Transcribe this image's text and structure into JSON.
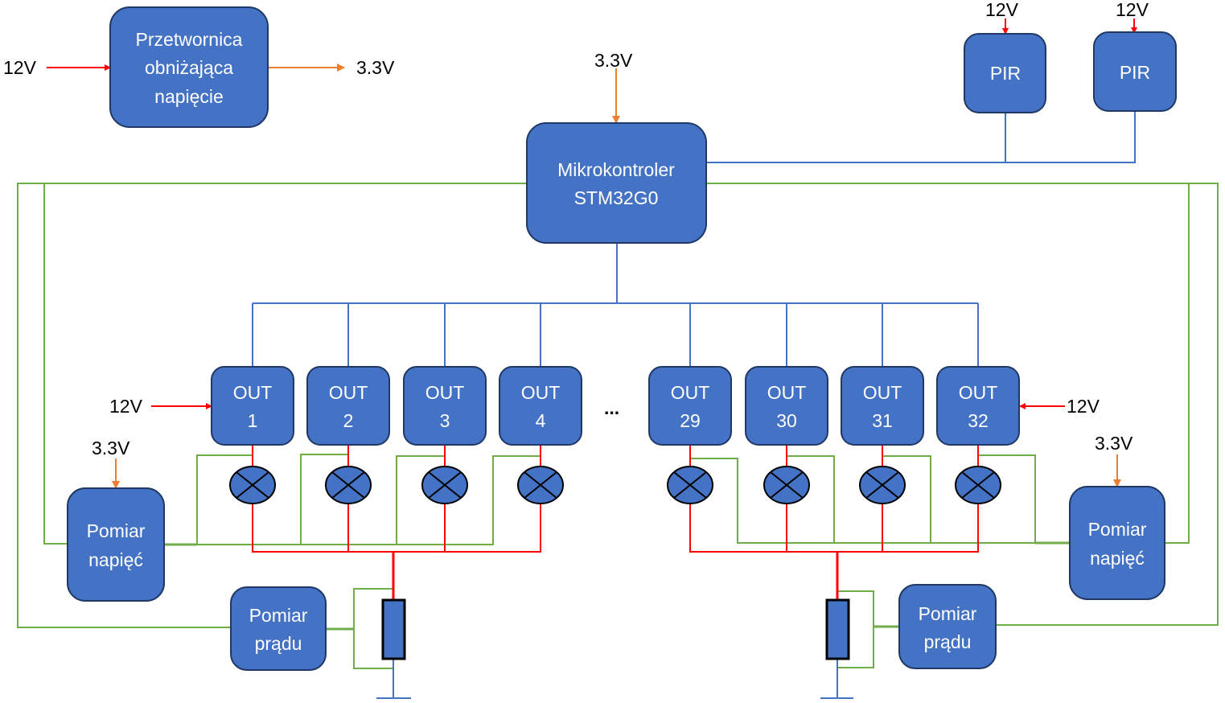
{
  "colors": {
    "block_fill": "#4472c4",
    "block_border": "#1f3864",
    "power_12v": "#ff0000",
    "power_3v3": "#ed7d31",
    "signal": "#4472c4",
    "measurement": "#70ad47"
  },
  "converter": {
    "lines": [
      "Przetwornica",
      "obniżająca",
      "napięcie"
    ],
    "input_label": "12V",
    "output_label": "3.3V"
  },
  "mcu": {
    "lines": [
      "Mikrokontroler",
      "STM32G0"
    ],
    "supply_label": "3.3V"
  },
  "pir": [
    {
      "label": "PIR",
      "supply_label": "12V"
    },
    {
      "label": "PIR",
      "supply_label": "12V"
    }
  ],
  "outputs_left": [
    {
      "line1": "OUT",
      "line2": "1"
    },
    {
      "line1": "OUT",
      "line2": "2"
    },
    {
      "line1": "OUT",
      "line2": "3"
    },
    {
      "line1": "OUT",
      "line2": "4"
    }
  ],
  "outputs_right": [
    {
      "line1": "OUT",
      "line2": "29"
    },
    {
      "line1": "OUT",
      "line2": "30"
    },
    {
      "line1": "OUT",
      "line2": "31"
    },
    {
      "line1": "OUT",
      "line2": "32"
    }
  ],
  "ellipsis": "...",
  "outputs_supply_left": "12V",
  "outputs_supply_right": "12V",
  "voltage_meas_left": {
    "lines": [
      "Pomiar",
      "napięć"
    ],
    "supply_label": "3.3V"
  },
  "voltage_meas_right": {
    "lines": [
      "Pomiar",
      "napięć"
    ],
    "supply_label": "3.3V"
  },
  "current_meas_left": {
    "lines": [
      "Pomiar",
      "prądu"
    ]
  },
  "current_meas_right": {
    "lines": [
      "Pomiar",
      "prądu"
    ]
  }
}
